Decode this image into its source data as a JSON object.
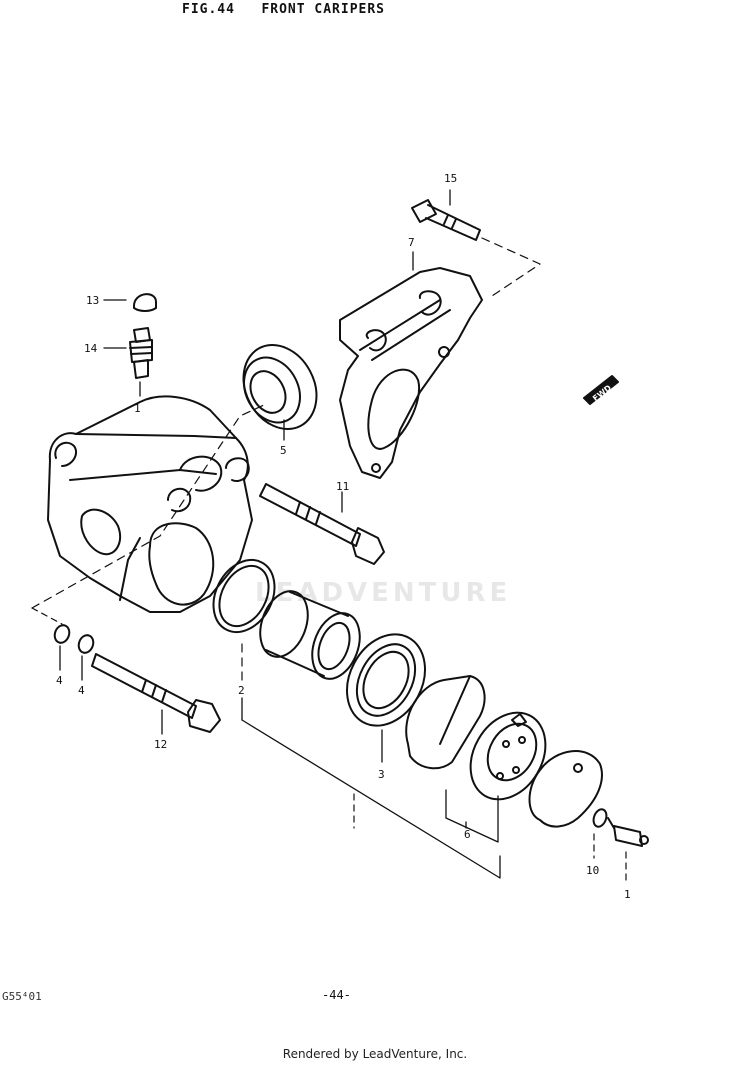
{
  "figure": {
    "title": "FIG.44   FRONT CARIPERS"
  },
  "callouts": {
    "c1": "1",
    "c2": "2",
    "c3": "3",
    "c4a": "4",
    "c4b": "4",
    "c5": "5",
    "c6": "6",
    "c7": "7",
    "c10": "10",
    "c11": "11",
    "c12": "12",
    "c13": "13",
    "c14": "14",
    "c15": "15"
  },
  "fwd_label": "FWD",
  "watermark": "LEADVENTURE",
  "page_number": "-44-",
  "drawing_code": "G55⁴01",
  "footer": "Rendered by LeadVenture, Inc."
}
